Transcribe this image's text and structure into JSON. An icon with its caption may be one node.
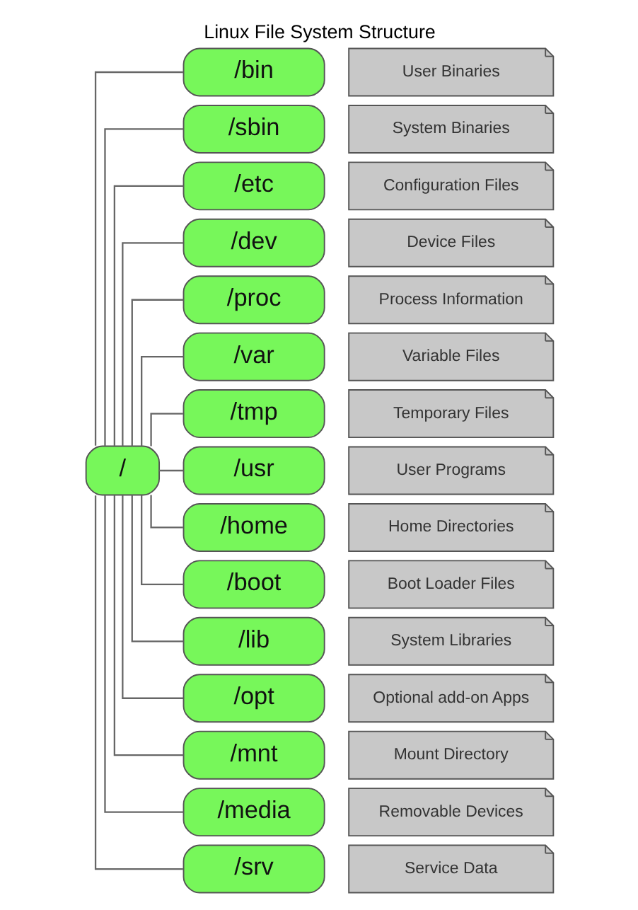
{
  "diagram": {
    "title": "Linux File System Structure",
    "nodes": [
      {
        "text": [
          "/"
        ]
      },
      {
        "text": [
          "/bin"
        ]
      },
      {
        "text": [
          "User Binaries"
        ]
      },
      {
        "text": [
          "/sbin"
        ]
      },
      {
        "text": [
          "System Binaries"
        ]
      },
      {
        "text": [
          "/etc"
        ]
      },
      {
        "text": [
          "Configuration Files"
        ]
      },
      {
        "text": [
          "/dev"
        ]
      },
      {
        "text": [
          "Device Files"
        ]
      },
      {
        "text": [
          "/proc"
        ]
      },
      {
        "text": [
          "Process Information"
        ]
      },
      {
        "text": [
          "/var"
        ]
      },
      {
        "text": [
          "Variable Files"
        ]
      },
      {
        "text": [
          "/tmp"
        ]
      },
      {
        "text": [
          "Temporary Files"
        ]
      },
      {
        "text": [
          "/usr"
        ]
      },
      {
        "text": [
          "User Programs"
        ]
      },
      {
        "text": [
          "/home"
        ]
      },
      {
        "text": [
          "Home Directories"
        ]
      },
      {
        "text": [
          "/boot"
        ]
      },
      {
        "text": [
          "Boot Loader Files"
        ]
      },
      {
        "text": [
          "/lib"
        ]
      },
      {
        "text": [
          "System Libraries"
        ]
      },
      {
        "text": [
          "/opt"
        ]
      },
      {
        "text": [
          "Optional add-on Apps"
        ]
      },
      {
        "text": [
          "/mnt"
        ]
      },
      {
        "text": [
          "Mount Directory"
        ]
      },
      {
        "text": [
          "/media"
        ]
      },
      {
        "text": [
          "Removable Devices"
        ]
      },
      {
        "text": [
          "/srv"
        ]
      },
      {
        "text": [
          "Service Data"
        ]
      }
    ],
    "edges": [
      {
        "from": 0,
        "to": 1,
        "arrow": "none"
      },
      {
        "from": 0,
        "to": 3,
        "arrow": "none"
      },
      {
        "from": 0,
        "to": 5,
        "arrow": "none"
      },
      {
        "from": 0,
        "to": 7,
        "arrow": "none"
      },
      {
        "from": 0,
        "to": 9,
        "arrow": "none"
      },
      {
        "from": 0,
        "to": 11,
        "arrow": "none"
      },
      {
        "from": 0,
        "to": 13,
        "arrow": "none"
      },
      {
        "from": 0,
        "to": 15,
        "arrow": "none"
      },
      {
        "from": 0,
        "to": 17,
        "arrow": "none"
      },
      {
        "from": 0,
        "to": 19,
        "arrow": "none"
      },
      {
        "from": 0,
        "to": 21,
        "arrow": "none"
      },
      {
        "from": 0,
        "to": 23,
        "arrow": "none"
      },
      {
        "from": 0,
        "to": 25,
        "arrow": "none"
      },
      {
        "from": 0,
        "to": 27,
        "arrow": "none"
      },
      {
        "from": 0,
        "to": 29,
        "arrow": "none"
      }
    ]
  }
}
